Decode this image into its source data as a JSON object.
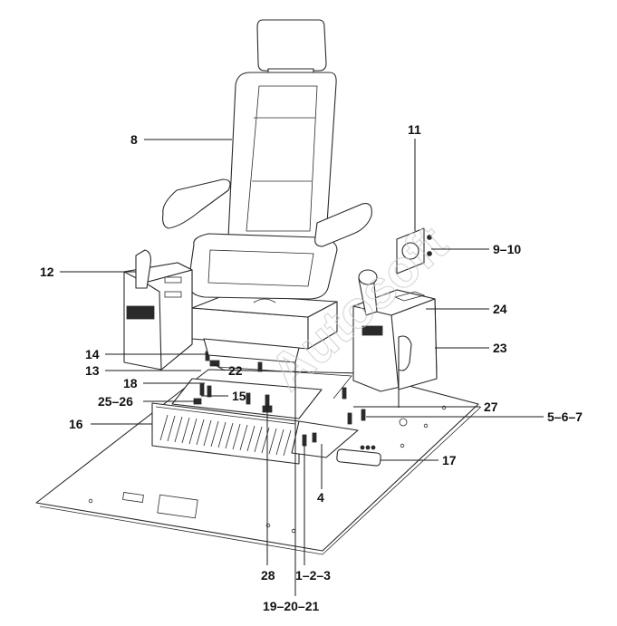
{
  "callouts": {
    "c8": "8",
    "c11": "11",
    "c9_10": "9–10",
    "c12": "12",
    "c24": "24",
    "c23": "23",
    "c14": "14",
    "c13": "13",
    "c22": "22",
    "c18": "18",
    "c15": "15",
    "c25_26": "25–26",
    "c16": "16",
    "c27": "27",
    "c5_6_7": "5–6–7",
    "c17": "17",
    "c4": "4",
    "c28": "28",
    "c1_2_3": "1–2–3",
    "c19_20_21": "19–20–21"
  },
  "watermark": "Autosoft",
  "colors": {
    "line": "#2a2a2a",
    "text": "#111111",
    "watermark": "#c9c9c9"
  }
}
